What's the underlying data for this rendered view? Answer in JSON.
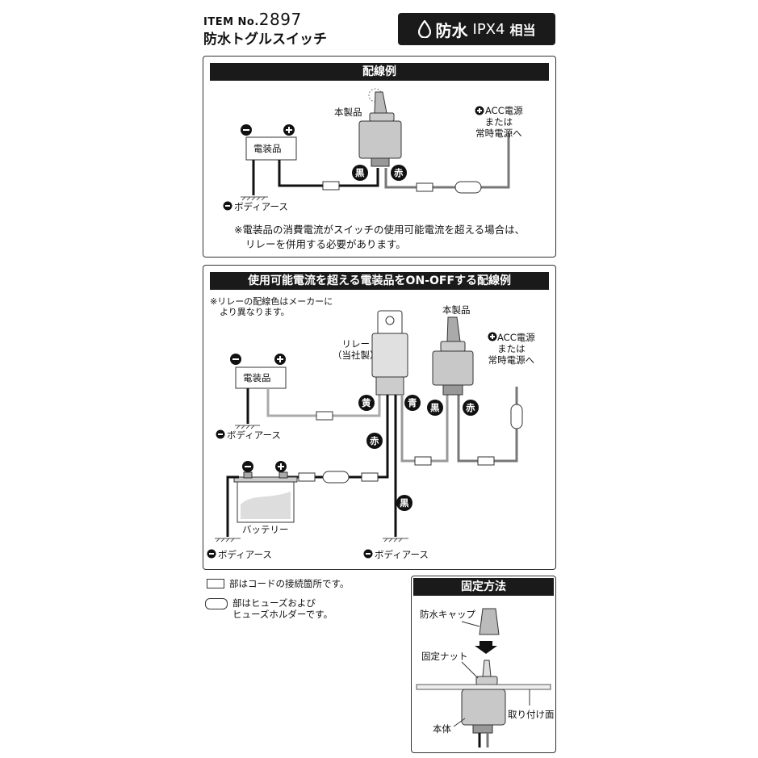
{
  "header": {
    "item_prefix": "ITEM No.",
    "item_number": "2897",
    "product_name": "防水トグルスイッチ",
    "badge_main": "防水",
    "badge_rating": "IPX4",
    "badge_suffix": "相当"
  },
  "panel1": {
    "title": "配線例",
    "product_label": "本製品",
    "acc_line1": "ACC電源",
    "acc_line2": "または",
    "acc_line3": "常時電源へ",
    "device_label": "電装品",
    "wire_black": "黒",
    "wire_red": "赤",
    "body_earth": "ボディアース",
    "note_line1": "※電装品の消費電流がスイッチの使用可能電流を超える場合は、",
    "note_line2": "リレーを併用する必要があります。"
  },
  "panel2": {
    "title": "使用可能電流を超える電装品をON-OFFする配線例",
    "note_line1": "※リレーの配線色はメーカーに",
    "note_line2": "より異なります。",
    "relay_line1": "リレー",
    "relay_line2": "（当社製）",
    "product_label": "本製品",
    "acc_line1": "ACC電源",
    "acc_line2": "または",
    "acc_line3": "常時電源へ",
    "device_label": "電装品",
    "wire_yellow": "黄",
    "wire_blue": "青",
    "wire_black": "黒",
    "wire_red": "赤",
    "battery_label": "バッテリー",
    "body_earth_device": "ボディアース",
    "body_earth_battery": "ボディアース",
    "body_earth_relay": "ボディアース"
  },
  "legend": {
    "connector_text": "部はコードの接続箇所です。",
    "fuse_line1": "部はヒューズおよび",
    "fuse_line2": "ヒューズホルダーです。"
  },
  "panel3": {
    "title": "固定方法",
    "cap_label": "防水キャップ",
    "nut_label": "固定ナット",
    "surface_label": "取り付け面",
    "body_label": "本体"
  }
}
